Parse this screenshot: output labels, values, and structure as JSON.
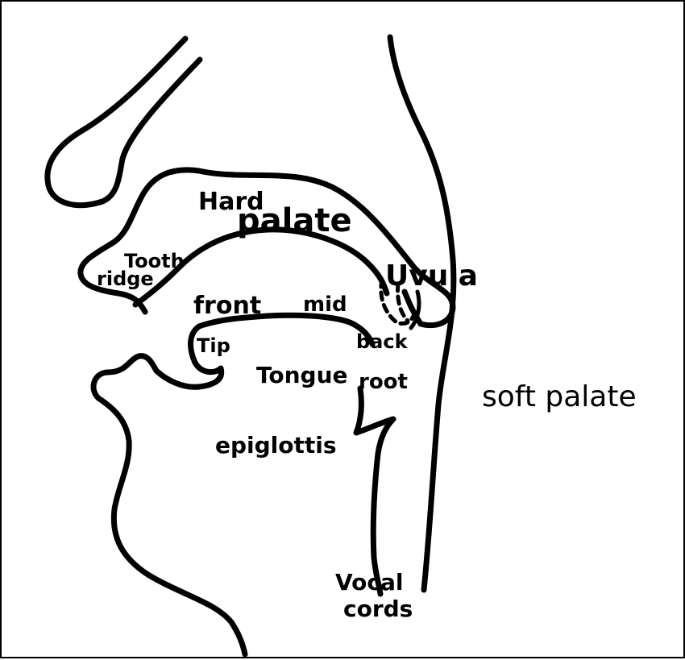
{
  "labels": {
    "hard_palate_1": "Hard",
    "hard_palate_2": "palate",
    "tooth_ridge_1": "Tooth",
    "tooth_ridge_2": "ridge",
    "uvula": "Uvula",
    "front": "front",
    "mid": "mid",
    "back": "back",
    "tip": "Tip",
    "tongue": "Tongue",
    "root": "root",
    "soft_palate": "soft palate",
    "epiglottis": "epiglottis",
    "vocal_1": "Vocal",
    "vocal_2": "cords"
  }
}
